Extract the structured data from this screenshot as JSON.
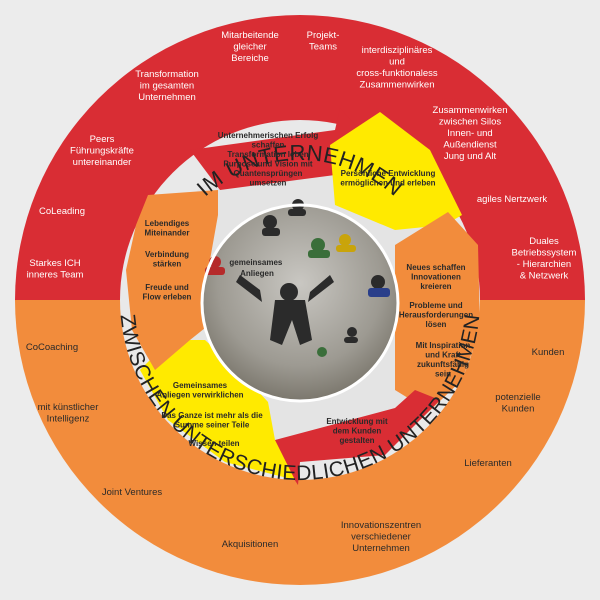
{
  "colors": {
    "background": "#ececec",
    "outer_top": "#d92d34",
    "outer_bottom": "#f28c3c",
    "separator": "#e9e9e9",
    "arrow_red": "#d92d34",
    "arrow_yellow": "#ffea00",
    "arrow_orange": "#f28c3c",
    "text_light": "#ffffff",
    "text_dark": "#2a2a2a"
  },
  "ring_titles": {
    "top": "IM UNTERNEHMEN",
    "bottom": "ZWISCHEN UNTERSCHIEDLICHEN UNTERNEHMEN"
  },
  "center": {
    "line1": "gemeinsames",
    "line2": "Anliegen"
  },
  "outer_top_labels": [
    [
      "Mitarbeitende",
      "gleicher",
      "Bereiche"
    ],
    [
      "Projekt-",
      "Teams"
    ],
    [
      "interdisziplinäres",
      "und",
      "cross-funktionaless",
      "Zusammenwirken"
    ],
    [
      "Transformation",
      "im  gesamten",
      "Unternehmen"
    ],
    [
      "Zusammenwirken",
      "zwischen Silos",
      "Innen- und",
      "Außendienst",
      "Jung und  Alt"
    ],
    [
      "Peers",
      "Führungskräfte",
      "untereinander"
    ],
    [
      "CoLeading"
    ],
    [
      "agiles Nertzwerk"
    ],
    [
      "Starkes ICH",
      "inneres Team"
    ],
    [
      "Duales",
      "Betriebssystem",
      "- Hierarchien",
      "& Netzwerk"
    ]
  ],
  "outer_bottom_labels": [
    [
      "CoCoaching"
    ],
    [
      "Kunden"
    ],
    [
      "mit künstlicher",
      "Intelligenz"
    ],
    [
      "potenzielle",
      "Kunden"
    ],
    [
      "Lieferanten"
    ],
    [
      "Joint Ventures"
    ],
    [
      "Akquisitionen"
    ],
    [
      "Innovationszentren",
      "verschiedener",
      "Unternehmen"
    ]
  ],
  "inner_blocks": {
    "red_top": [
      "Unternehmerischen Erfolg",
      "schaffen",
      "Transformation leben",
      "Purpose und Vision mit",
      "Quantensprüngen",
      "umsetzen"
    ],
    "yellow_top": [
      "Persönliche Entwicklung",
      "ermöglichen und erleben"
    ],
    "orange_right_1": [
      "Neues schaffen",
      "Innovationen",
      "kreieren"
    ],
    "orange_right_2": [
      "Probleme und",
      "Herausforderungen",
      "lösen"
    ],
    "orange_right_3": [
      "Mit Inspiration",
      "und Kraft",
      "zukunftsfähig",
      "sein"
    ],
    "red_bottom": [
      "Entwicklung mit",
      "dem Kunden",
      "gestalten"
    ],
    "yellow_bottom_1": [
      "Gemeinsames",
      "Anliegen verwirklichen"
    ],
    "yellow_bottom_2": [
      "Das Ganze ist mehr als die",
      "Summe seiner Teile"
    ],
    "yellow_bottom_3": [
      "Wissen teilen"
    ],
    "orange_left_1": [
      "Lebendiges",
      "Miteinander"
    ],
    "orange_left_2": [
      "Verbindung",
      "stärken"
    ],
    "orange_left_3": [
      "Freude und",
      "Flow erleben"
    ]
  }
}
